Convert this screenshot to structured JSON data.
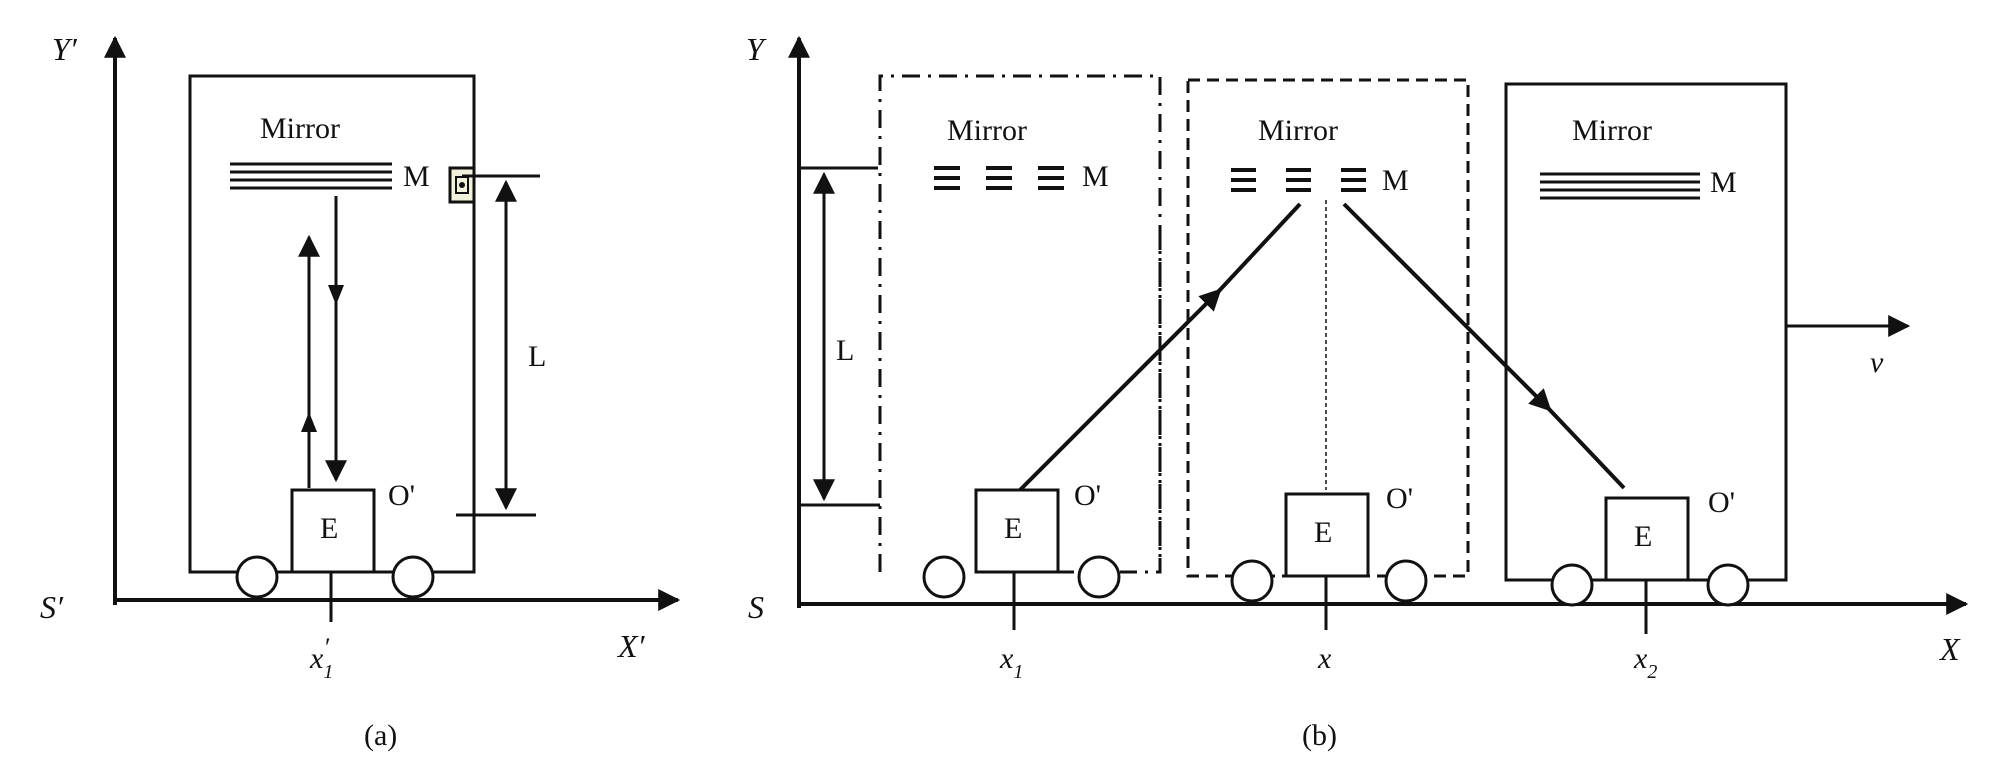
{
  "panel_a": {
    "caption": "(a)",
    "axis_y": "Y′",
    "axis_x": "X′",
    "origin": "S′",
    "mirror_label": "Mirror",
    "mirror_mark": "M",
    "emitter_label": "E",
    "frame_origin": "O'",
    "length_label": "L",
    "position": "x",
    "position_sub": "1",
    "position_prime": "′"
  },
  "panel_b": {
    "caption": "(b)",
    "axis_y": "Y",
    "axis_x": "X",
    "origin": "S",
    "length_label": "L",
    "velocity_label": "v",
    "trains": [
      {
        "mirror_label": "Mirror",
        "mirror_mark": "M",
        "emitter_label": "E",
        "frame_origin": "O'",
        "position": "x",
        "position_sub": "1"
      },
      {
        "mirror_label": "Mirror",
        "mirror_mark": "M",
        "emitter_label": "E",
        "frame_origin": "O'",
        "position": "x",
        "position_sub": ""
      },
      {
        "mirror_label": "Mirror",
        "mirror_mark": "M",
        "emitter_label": "E",
        "frame_origin": "O'",
        "position": "x",
        "position_sub": "2"
      }
    ]
  }
}
